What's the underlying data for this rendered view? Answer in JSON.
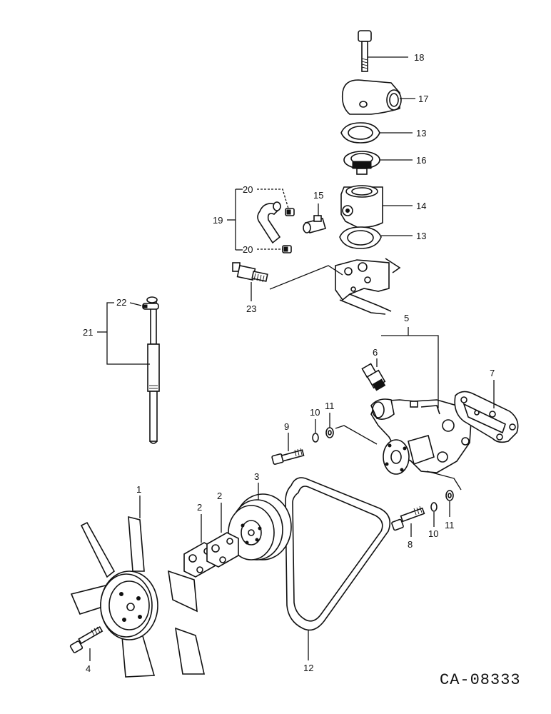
{
  "callouts": {
    "c1": "1",
    "c2a": "2",
    "c2b": "2",
    "c3": "3",
    "c4": "4",
    "c5": "5",
    "c6": "6",
    "c7": "7",
    "c8": "8",
    "c9": "9",
    "c10a": "10",
    "c10b": "10",
    "c11a": "11",
    "c11b": "11",
    "c12": "12",
    "c13a": "13",
    "c13b": "13",
    "c14": "14",
    "c15": "15",
    "c16": "16",
    "c17": "17",
    "c18": "18",
    "c19": "19",
    "c20a": "20",
    "c20b": "20",
    "c21": "21",
    "c22": "22",
    "c23": "23"
  },
  "figure_code": "CA-08333"
}
